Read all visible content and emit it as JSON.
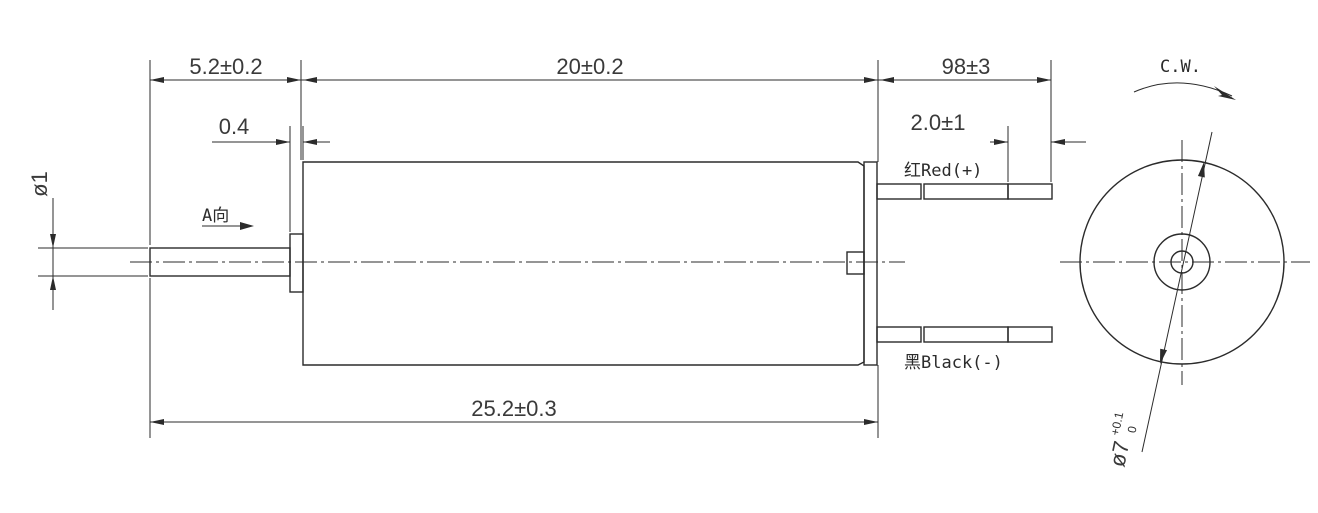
{
  "dimensions": {
    "shaft_length": "5.2±0.2",
    "body_length": "20±0.2",
    "lead_length": "98±3",
    "flange_thickness": "0.4",
    "lead_strip": "2.0±1",
    "shaft_diameter": "ø1",
    "overall_length": "25.2±0.3"
  },
  "labels": {
    "view_a": "A向",
    "rotation": "C.W.",
    "red_lead": "红Red(+)",
    "black_lead": "黑Black(-)"
  },
  "diameter_callout": {
    "symbol": "ø7",
    "upper_tol": "+0.1",
    "lower_tol": "0"
  }
}
